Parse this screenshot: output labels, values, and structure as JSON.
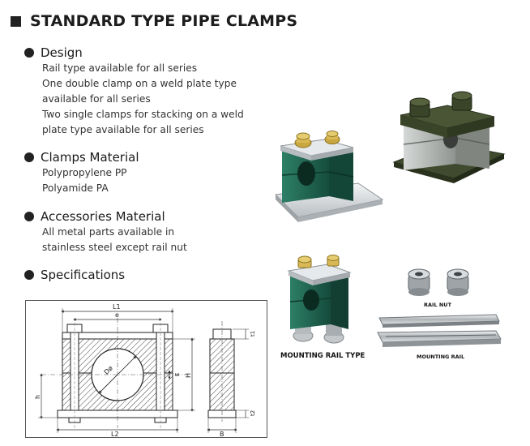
{
  "page": {
    "title": "STANDARD TYPE PIPE CLAMPS"
  },
  "sections": {
    "design": {
      "title": "Design",
      "lines": [
        "Rail type available for all series",
        "One double clamp on a weld plate type",
        "available for all series",
        "Two single clamps for stacking on a weld",
        "plate type available for all series"
      ]
    },
    "material": {
      "title": "Clamps Material",
      "lines": [
        "Polypropylene PP",
        "Polyamide PA"
      ]
    },
    "accessories": {
      "title": "Accessories Material",
      "lines": [
        "All metal parts available in",
        "stainless steel except rail nut"
      ]
    },
    "specifications": {
      "title": "Specifications"
    }
  },
  "captions": {
    "mounting_rail_type": "MOUNTING RAIL TYPE",
    "rail_nut": "RAIL NUT",
    "mounting_rail": "MOUNTING RAIL"
  },
  "drawing": {
    "labels": {
      "l1": "L1",
      "e": "e",
      "diameter": "Dø",
      "e_cap": "E",
      "h_cap": "H",
      "h_small": "h",
      "l2": "L2",
      "t1": "t1",
      "t2": "t2",
      "b": "B"
    }
  },
  "colors": {
    "clamp_green": "#1f6b55",
    "weld_plate_dark": "#3f4a2e",
    "metal_silver": "#c9cdd0",
    "bolt_gold": "#c8a640"
  }
}
